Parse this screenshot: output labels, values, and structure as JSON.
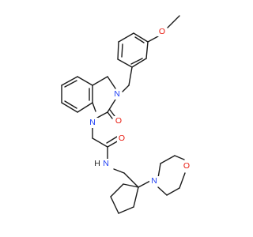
{
  "atoms": {
    "methoxy_o": "O",
    "ring_n3": "N",
    "ring_n1": "N",
    "urea_o": "O",
    "amide_o": "O",
    "amide_n": "N",
    "amide_h": "H",
    "morpholine_n": "N",
    "morpholine_o": "O"
  },
  "colors": {
    "bond": "#1a1a1a",
    "oxygen": "#e8190e",
    "nitrogen": "#1f3ff5",
    "background": "#ffffff"
  }
}
